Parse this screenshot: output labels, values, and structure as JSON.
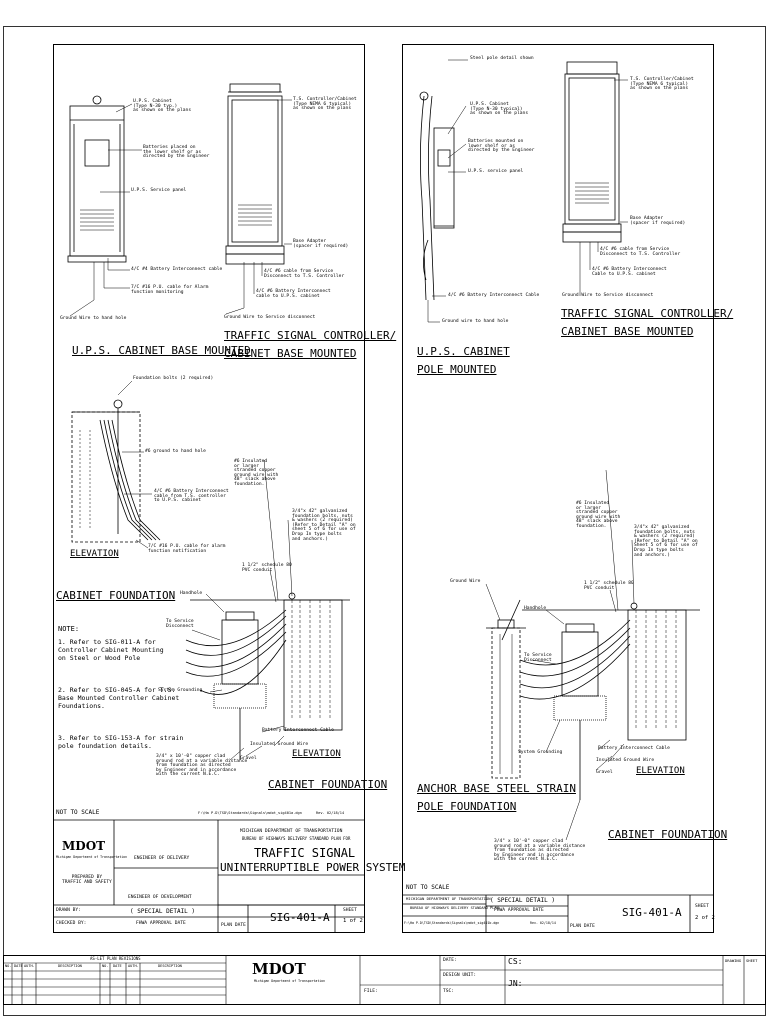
{
  "left": {
    "callouts": {
      "ups_cab": "U.P.S. Cabinet\n(Type N-30 typ.)\nas shown on the plans",
      "batteries": "Batteries placed on\nthe lower shelf or as\ndirected by the Engineer",
      "service_panel": "U.P.S. Service panel",
      "ts_cab": "T.S. Controller/Cabinet\n(Type NEMA 6 typical)\nas shown on the plans",
      "base_adapter": "Base Adapter\n(spacer if required)",
      "batt_cable": "4/C #4 Battery Interconnect cable",
      "svc_cable": "4/C #6 cable from Service\nDisconnect to T.S. Controller",
      "batt_cable2": "4/C #6 Battery Interconnect\ncable to U.P.S. cabinet",
      "pu_cable": "7/C #16 P.U. cable for Alarm\nfunction monitoring",
      "ground_wire": "Ground Wire to hand hole",
      "ground_disc": "Ground Wire to Service disconnect",
      "anchor_bolts": "Foundation bolts (2 required)",
      "ground_hh": "#6 ground to hand hole",
      "batt_int": "4/C #6 Battery Interconnect\ncable from T.S. controller\nto U.P.S. cabinet",
      "pu_alarm": "7/C #16 P.U. cable for alarm\nfunction notification",
      "insulated": "#6 Insulated\nor larger\nstranded copper\nground wire with\n48\" slack above\nfoundation.",
      "galv_bolts": "3/4\"x 42\" galvanized\nfoundation bolts, nuts\n& washers (2 required)\n(Refer to Detail \"A\" on\nsheet 5 of 6 for use of\nDrop In type bolts\nand anchors.)",
      "conduit": "1 1/2\" schedule 80\nPVC conduit",
      "handhole": "Handhole",
      "to_service": "To Service\nDisconnect",
      "sys_ground": "System Grounding",
      "batt_interconnect": "Battery Interconnect Cable",
      "ins_ground": "Insulated Ground Wire",
      "gravel": "Gravel",
      "copper_clad": "3/4\" x 10'-0\" copper clad\nground rod at a variable distance\nfrom foundation as directed\nby Engineer and in accordance\nwith the current N.E.C."
    },
    "title_ups": "U.P.S. CABINET BASE MOUNTED",
    "title_ts_1": "TRAFFIC SIGNAL CONTROLLER/",
    "title_ts_2": "CABINET BASE MOUNTED",
    "elevation": "ELEVATION",
    "cab_found": "CABINET FOUNDATION",
    "cab_found2": "CABINET FOUNDATION",
    "elevation2": "ELEVATION",
    "note_head": "NOTE:",
    "note1": "1. Refer to SIG-011-A for\nController Cabinet Mounting\non Steel or Wood Pole",
    "note2": "2. Refer to SIG-045-A for T.S.\nBase Mounted Controller Cabinet\nFoundations.",
    "note3": "3. Refer to SIG-153-A for strain\npole foundation details.",
    "not_to_scale": "NOT TO SCALE",
    "file_path": "F:\\Ha P.D\\TSD\\Standards\\Signals\\mdot_sig401a.dgn",
    "rev": "Rev. 02/18/14",
    "tb": {
      "mdot": "MDOT",
      "mdot_sub": "Michigan Department of Transportation",
      "dept1": "MICHIGAN DEPARTMENT OF TRANSPORTATION",
      "dept2": "BUREAU OF HIGHWAYS DELIVERY STANDARD PLAN FOR",
      "eng_delivery": "ENGINEER OF DELIVERY",
      "title1": "TRAFFIC SIGNAL",
      "title2": "UNINTERRUPTIBLE POWER SYSTEM",
      "prepared": "PREPARED BY\nTRAFFIC AND SAFETY",
      "eng_dev": "ENGINEER OF DEVELOPMENT",
      "drawn": "DRAWN BY:",
      "checked": "CHECKED BY:",
      "special": "( SPECIAL DETAIL )",
      "fhwa": "FHWA APPROVAL DATE",
      "plan_date": "PLAN DATE",
      "number": "SIG-401-A",
      "sheet": "SHEET",
      "sheet_no": "1 of 2"
    }
  },
  "right": {
    "callouts": {
      "steel_pole": "Steel pole detail shown",
      "ups_cab": "U.P.S. Cabinet\n(Type N-30 typical)\nas shown on the plans",
      "batteries": "Batteries mounted on\nlower shelf or as\ndirected by the Engineer",
      "service_panel": "U.P.S. service panel",
      "ts_cab": "T.S. Controller/Cabinet\n(Type NEMA 6 typical)\nas shown on the plans",
      "base_adapter": "Base Adapter\n(spacer if required)",
      "svc_cable": "4/C #6 cable from Service\nDisconnect to T.S. Controller",
      "batt_cable2": "4/C #6 Battery Interconnect\nCable to U.P.S. cabinet",
      "ground_disc": "Ground Wire to Service disconnect",
      "batt_cable": "4/C #6 Battery Interconnect Cable",
      "ground_hh": "Ground wire to hand hole",
      "insulated": "#6 Insulated\nor larger\nstranded copper\nground wire with\n48\" slack above\nfoundation.",
      "galv_bolts": "3/4\"x 42\" galvanized\nfoundation bolts, nuts\n& washers (2 required)\n(Refer to Detail \"A\" on\nSheet 5 of 6 for use of\nDrop In type bolts\nand anchors.)",
      "ground_wire": "Ground Wire",
      "conduit": "1 1/2\" schedule 80\nPVC conduit",
      "handhole": "Handhole",
      "to_service": "To Service\nDisconnect",
      "sys_ground": "System Grounding",
      "batt_interconnect": "Battery Interconnect Cable",
      "ins_ground": "Insulated Ground Wire",
      "gravel": "Gravel",
      "copper_clad": "3/4\" x 10'-0\" copper clad\nground rod at a variable distance\nfrom foundation as directed\nby Engineer and in accordance\nwith the current N.E.C."
    },
    "title_ts_1": "TRAFFIC SIGNAL CONTROLLER/",
    "title_ts_2": "CABINET BASE MOUNTED",
    "title_ups_1": "U.P.S. CABINET",
    "title_ups_2": "POLE MOUNTED",
    "elevation": "ELEVATION",
    "anchor_1": "ANCHOR BASE STEEL STRAIN",
    "anchor_2": "POLE FOUNDATION",
    "cab_found": "CABINET FOUNDATION",
    "not_to_scale": "NOT TO SCALE",
    "file_path": "F:\\Ha P.D\\TSD\\Standards\\Signals\\mdot_sig401b.dgn",
    "rev": "Rev. 02/18/14",
    "tb": {
      "dept1": "MICHIGAN DEPARTMENT OF TRANSPORTATION",
      "dept2": "BUREAU OF HIGHWAYS DELIVERY STANDARD PLAN",
      "special": "( SPECIAL DETAIL )",
      "fhwa": "FHWA APPROVAL DATE",
      "plan_date": "PLAN DATE",
      "number": "SIG-401-A",
      "sheet": "SHEET",
      "sheet_no": "2 of 2"
    }
  },
  "bottom": {
    "revisions": "AS-LET PLAN REVISIONS",
    "cols": [
      "NO.",
      "DATE",
      "AUTH.",
      "DESCRIPTION",
      "NO.",
      "DATE",
      "AUTH.",
      "DESCRIPTION"
    ],
    "mdot": "MDOT",
    "mdot_sub": "Michigan Department of Transportation",
    "file": "FILE:",
    "date": "DATE:",
    "design_unit": "DESIGN UNIT:",
    "tsc": "TSC:",
    "cs": "CS:",
    "jn": "JN:",
    "drawing": "DRAWING",
    "sheet": "SHEET"
  }
}
